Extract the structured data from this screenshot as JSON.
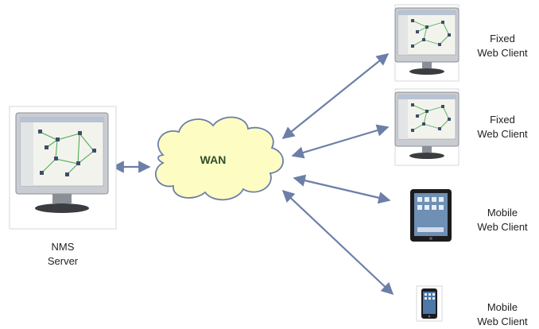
{
  "wan": {
    "label": "WAN"
  },
  "server": {
    "line1": "NMS",
    "line2": "Server"
  },
  "clients": [
    {
      "line1": "Fixed",
      "line2": "Web Client",
      "device": "desktop-monitor"
    },
    {
      "line1": "Fixed",
      "line2": "Web Client",
      "device": "desktop-monitor"
    },
    {
      "line1": "Mobile",
      "line2": "Web Client",
      "device": "tablet"
    },
    {
      "line1": "Mobile",
      "line2": "Web Client",
      "device": "smartphone"
    }
  ],
  "colors": {
    "cloud_fill": "#fdfcc2",
    "cloud_stroke": "#6b7fa8",
    "arrow": "#6b7fa8",
    "network_line": "#4caf50"
  }
}
